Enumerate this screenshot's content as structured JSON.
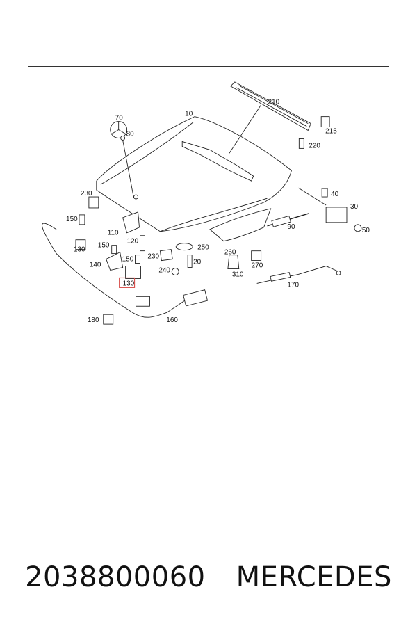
{
  "diagram": {
    "part_labels": [
      "10",
      "20",
      "30",
      "40",
      "50",
      "70",
      "80",
      "90",
      "110",
      "120",
      "130",
      "140",
      "150",
      "150",
      "150",
      "160",
      "170",
      "180",
      "210",
      "215",
      "220",
      "230",
      "230",
      "240",
      "250",
      "260",
      "270",
      "310"
    ],
    "highlighted_label": "130",
    "highlight_color": "#d9534f"
  },
  "caption": {
    "part_number": "2038800060",
    "brand": "MERCEDES"
  }
}
